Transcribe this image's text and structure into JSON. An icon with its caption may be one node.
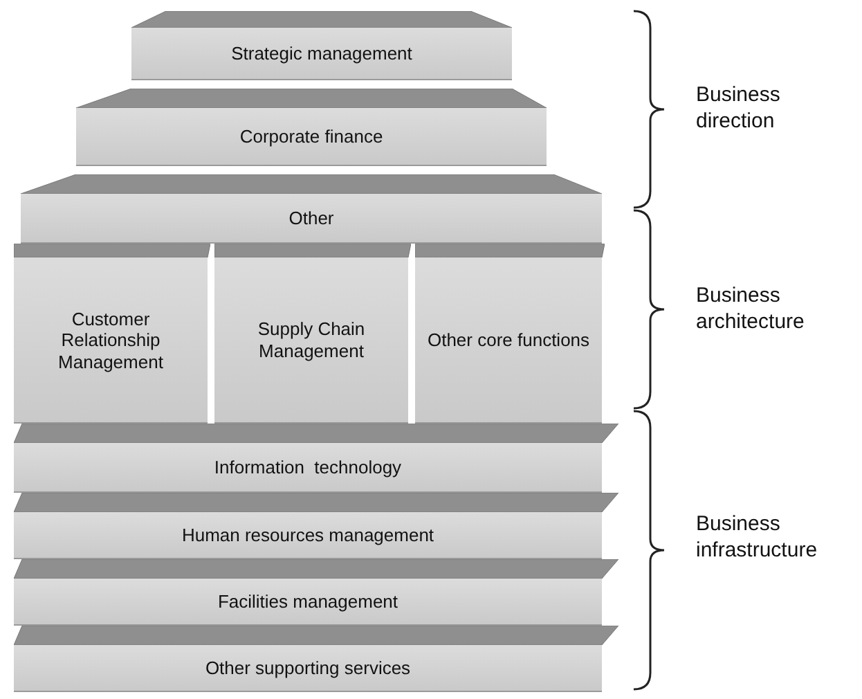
{
  "diagram": {
    "nodes": [
      {
        "text": [
          "Strategic management"
        ]
      },
      {
        "text": [
          "Corporate finance"
        ]
      },
      {
        "text": [
          "Other"
        ]
      },
      {
        "text": [
          "Customer Relationship Management"
        ]
      },
      {
        "text": [
          "Supply Chain Management"
        ]
      },
      {
        "text": [
          "Other core functions"
        ]
      },
      {
        "text": [
          "Information  technology"
        ]
      },
      {
        "text": [
          "Human resources management"
        ]
      },
      {
        "text": [
          "Facilities management"
        ]
      },
      {
        "text": [
          "Other supporting services"
        ]
      }
    ],
    "labels": [
      "Business direction",
      "Business architecture",
      "Business infrastructure"
    ]
  }
}
